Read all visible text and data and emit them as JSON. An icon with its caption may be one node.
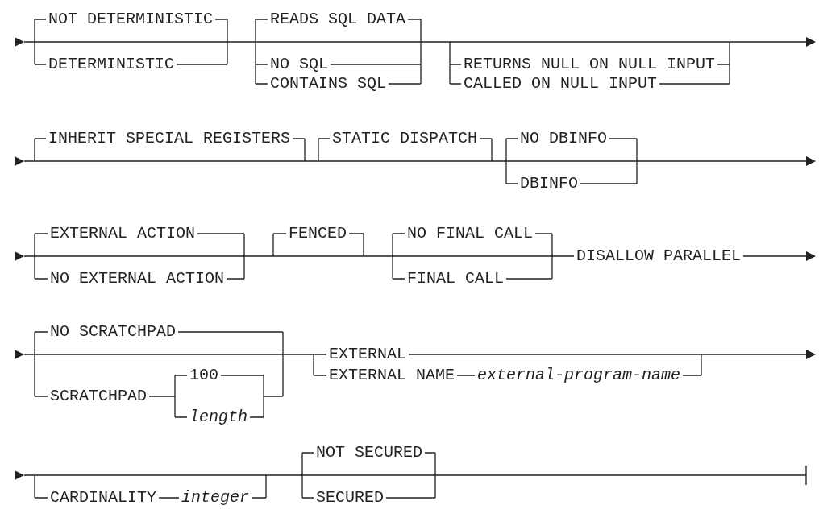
{
  "diagram": {
    "labels": [
      "NOT DETERMINISTIC",
      "DETERMINISTIC",
      "READS SQL DATA",
      "NO SQL",
      "CONTAINS SQL",
      "RETURNS NULL ON NULL INPUT",
      "CALLED ON NULL INPUT",
      "INHERIT SPECIAL REGISTERS",
      "STATIC DISPATCH",
      "NO DBINFO",
      "DBINFO",
      "EXTERNAL ACTION",
      "NO EXTERNAL ACTION",
      "FENCED",
      "NO FINAL CALL",
      "FINAL CALL",
      "DISALLOW PARALLEL",
      "NO SCRATCHPAD",
      "SCRATCHPAD",
      "100",
      "length",
      "EXTERNAL",
      "EXTERNAL NAME",
      "external-program-name",
      "CARDINALITY",
      "integer",
      "NOT SECURED",
      "SECURED"
    ]
  }
}
